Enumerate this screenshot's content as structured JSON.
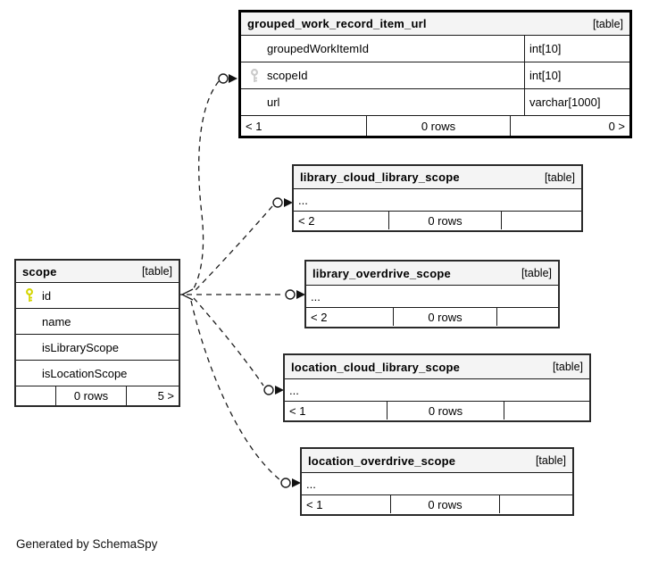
{
  "diagram": {
    "credit": "Generated by SchemaSpy",
    "tag_label": "[table]"
  },
  "colors": {
    "header_bg": "#f4f4f4",
    "primary_key_icon": "#d4d500",
    "foreign_key_icon": "#c9c9c9",
    "emphasis_border": "#000000",
    "table_border": "#2a2a2a",
    "wire": "#1c1c1c"
  },
  "icons": {
    "primary_key": "key-icon",
    "foreign_key": "key-icon",
    "cardinality_zero": "circle-marker",
    "cardinality_arrow": "filled-arrow-marker"
  },
  "tables": {
    "grouped_work_record_item_url": {
      "title": "grouped_work_record_item_url",
      "tag": "[table]",
      "columns": [
        {
          "name": "groupedWorkItemId",
          "type": "int[10]",
          "key": ""
        },
        {
          "name": "scopeId",
          "type": "int[10]",
          "key": "fk"
        },
        {
          "name": "url",
          "type": "varchar[1000]",
          "key": ""
        }
      ],
      "footer": {
        "left": "< 1",
        "center": "0 rows",
        "right": "0 >"
      }
    },
    "library_cloud_library_scope": {
      "title": "library_cloud_library_scope",
      "tag": "[table]",
      "more": "...",
      "footer": {
        "left": "< 2",
        "center": "0 rows",
        "right": ""
      }
    },
    "library_overdrive_scope": {
      "title": "library_overdrive_scope",
      "tag": "[table]",
      "more": "...",
      "footer": {
        "left": "< 2",
        "center": "0 rows",
        "right": ""
      }
    },
    "scope": {
      "title": "scope",
      "tag": "[table]",
      "columns": [
        {
          "name": "id",
          "key": "pk"
        },
        {
          "name": "name",
          "key": ""
        },
        {
          "name": "isLibraryScope",
          "key": ""
        },
        {
          "name": "isLocationScope",
          "key": ""
        }
      ],
      "footer": {
        "left": "",
        "center": "0 rows",
        "right": "5 >"
      }
    },
    "location_cloud_library_scope": {
      "title": "location_cloud_library_scope",
      "tag": "[table]",
      "more": "...",
      "footer": {
        "left": "< 1",
        "center": "0 rows",
        "right": ""
      }
    },
    "location_overdrive_scope": {
      "title": "location_overdrive_scope",
      "tag": "[table]",
      "more": "...",
      "footer": {
        "left": "< 1",
        "center": "0 rows",
        "right": ""
      }
    }
  },
  "relationships": [
    {
      "from": "scope.id",
      "to": "grouped_work_record_item_url.scopeId"
    },
    {
      "from": "scope.id",
      "to": "library_cloud_library_scope"
    },
    {
      "from": "scope.id",
      "to": "library_overdrive_scope"
    },
    {
      "from": "scope.id",
      "to": "location_cloud_library_scope"
    },
    {
      "from": "scope.id",
      "to": "location_overdrive_scope"
    }
  ]
}
